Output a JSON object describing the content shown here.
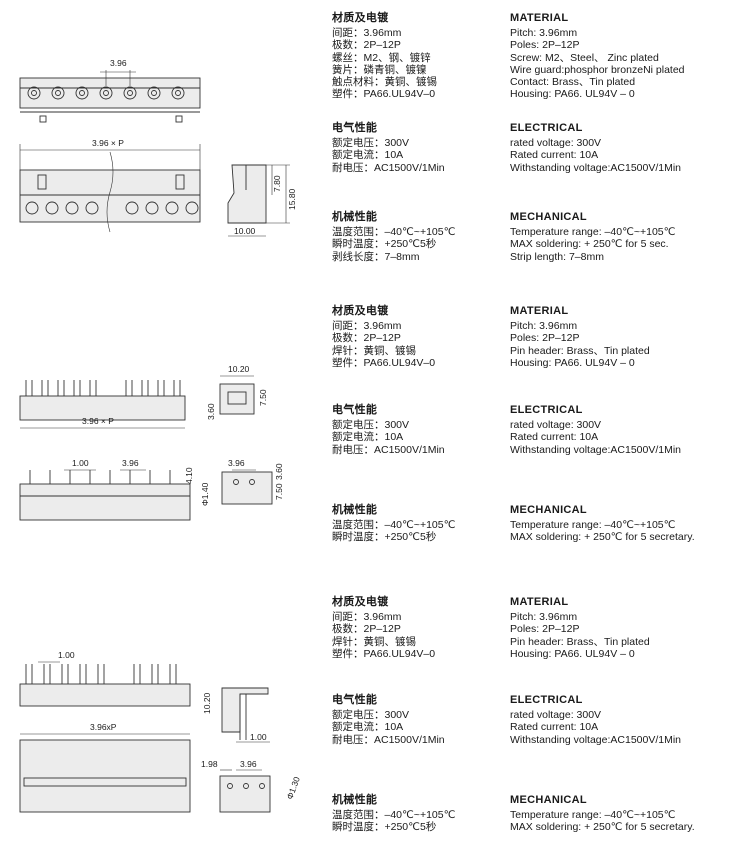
{
  "sections": [
    {
      "material_cn": {
        "heading": "材质及电镀",
        "lines": [
          "间距：3.96mm",
          "极数：2P–12P",
          "螺丝：M2、钢、镀锌",
          "簧片：磷青铜、镀镍",
          "触点材料：黄铜、镀锡",
          "塑件：PA66.UL94V–0"
        ]
      },
      "material_en": {
        "heading": "MATERIAL",
        "lines": [
          "Pitch: 3.96mm",
          "Poles:  2P–12P",
          "Screw: M2、Steel、 Zinc plated",
          "Wire guard:phosphor bronzeNi plated",
          "Contact: Brass、Tin plated",
          "Housing: PA66. UL94V – 0"
        ]
      },
      "electrical_cn": {
        "heading": "电气性能",
        "lines": [
          "额定电压：300V",
          "额定电流：10A",
          "耐电压：AC1500V/1Min"
        ]
      },
      "electrical_en": {
        "heading": "ELECTRICAL",
        "lines": [
          "rated voltage: 300V",
          "Rated current: 10A",
          "Withstanding voltage:AC1500V/1Min"
        ]
      },
      "mechanical_cn": {
        "heading": "机械性能",
        "lines": [
          "温度范围：–40℃~+105℃",
          "瞬时温度：+250℃5秒",
          "剥线长度：7–8mm"
        ]
      },
      "mechanical_en": {
        "heading": "MECHANICAL",
        "lines": [
          "Temperature range: –40℃~+105℃",
          "MAX soldering: + 250℃ for 5 sec.",
          "Strip length: 7–8mm"
        ]
      },
      "dims": {
        "pitch": "3.96",
        "span": "3.96 × P",
        "h1": "7.80",
        "h2": "15.80",
        "w": "10.00"
      }
    },
    {
      "material_cn": {
        "heading": "材质及电镀",
        "lines": [
          "间距：3.96mm",
          "极数：2P–12P",
          "焊针：黄铜、镀锡",
          "塑件：PA66.UL94V–0"
        ]
      },
      "material_en": {
        "heading": "MATERIAL",
        "lines": [
          "Pitch: 3.96mm",
          "Poles:  2P–12P",
          "Pin header: Brass、Tin plated",
          "Housing: PA66. UL94V – 0"
        ]
      },
      "electrical_cn": {
        "heading": "电气性能",
        "lines": [
          "额定电压：300V",
          "额定电流：10A",
          "耐电压：AC1500V/1Min"
        ]
      },
      "electrical_en": {
        "heading": "ELECTRICAL",
        "lines": [
          "rated voltage: 300V",
          "Rated current: 10A",
          "Withstanding voltage:AC1500V/1Min"
        ]
      },
      "mechanical_cn": {
        "heading": "机械性能",
        "lines": [
          "温度范围：–40℃~+105℃",
          "瞬时温度：+250℃5秒"
        ]
      },
      "mechanical_en": {
        "heading": "MECHANICAL",
        "lines": [
          "Temperature range: –40℃~+105℃",
          "MAX soldering: + 250℃ for 5 secretary."
        ]
      },
      "dims": {
        "w": "10.20",
        "h1": "3.60",
        "h2": "7.50",
        "span": "3.96 × P",
        "pin": "1.00",
        "pitch": "3.96",
        "t": "4.10",
        "dia": "Φ1.40",
        "pitch2": "3.96",
        "h3": "3.60",
        "h4": "7.50"
      }
    },
    {
      "material_cn": {
        "heading": "材质及电镀",
        "lines": [
          "间距：3.96mm",
          "极数：2P–12P",
          "焊针：黄铜、镀锡",
          "塑件：PA66.UL94V–0"
        ]
      },
      "material_en": {
        "heading": "MATERIAL",
        "lines": [
          "Pitch: 3.96mm",
          "Poles:  2P–12P",
          "Pin header: Brass、Tin plated",
          "Housing: PA66. UL94V – 0"
        ]
      },
      "electrical_cn": {
        "heading": "电气性能",
        "lines": [
          "额定电压：300V",
          "额定电流：10A",
          "耐电压：AC1500V/1Min"
        ]
      },
      "electrical_en": {
        "heading": "ELECTRICAL",
        "lines": [
          "rated voltage: 300V",
          "Rated current: 10A",
          "Withstanding voltage:AC1500V/1Min"
        ]
      },
      "mechanical_cn": {
        "heading": "机械性能",
        "lines": [
          "温度范围：–40℃~+105℃",
          "瞬时温度：+250℃5秒"
        ]
      },
      "mechanical_en": {
        "heading": "MECHANICAL",
        "lines": [
          "Temperature range: –40℃~+105℃",
          "MAX soldering: + 250℃ for 5 secretary."
        ]
      },
      "dims": {
        "pin": "1.00",
        "h": "10.20",
        "span": "3.96xP",
        "pin2": "1.00",
        "off": "1.98",
        "pitch": "3.96",
        "dia": "Φ1.30"
      }
    }
  ]
}
